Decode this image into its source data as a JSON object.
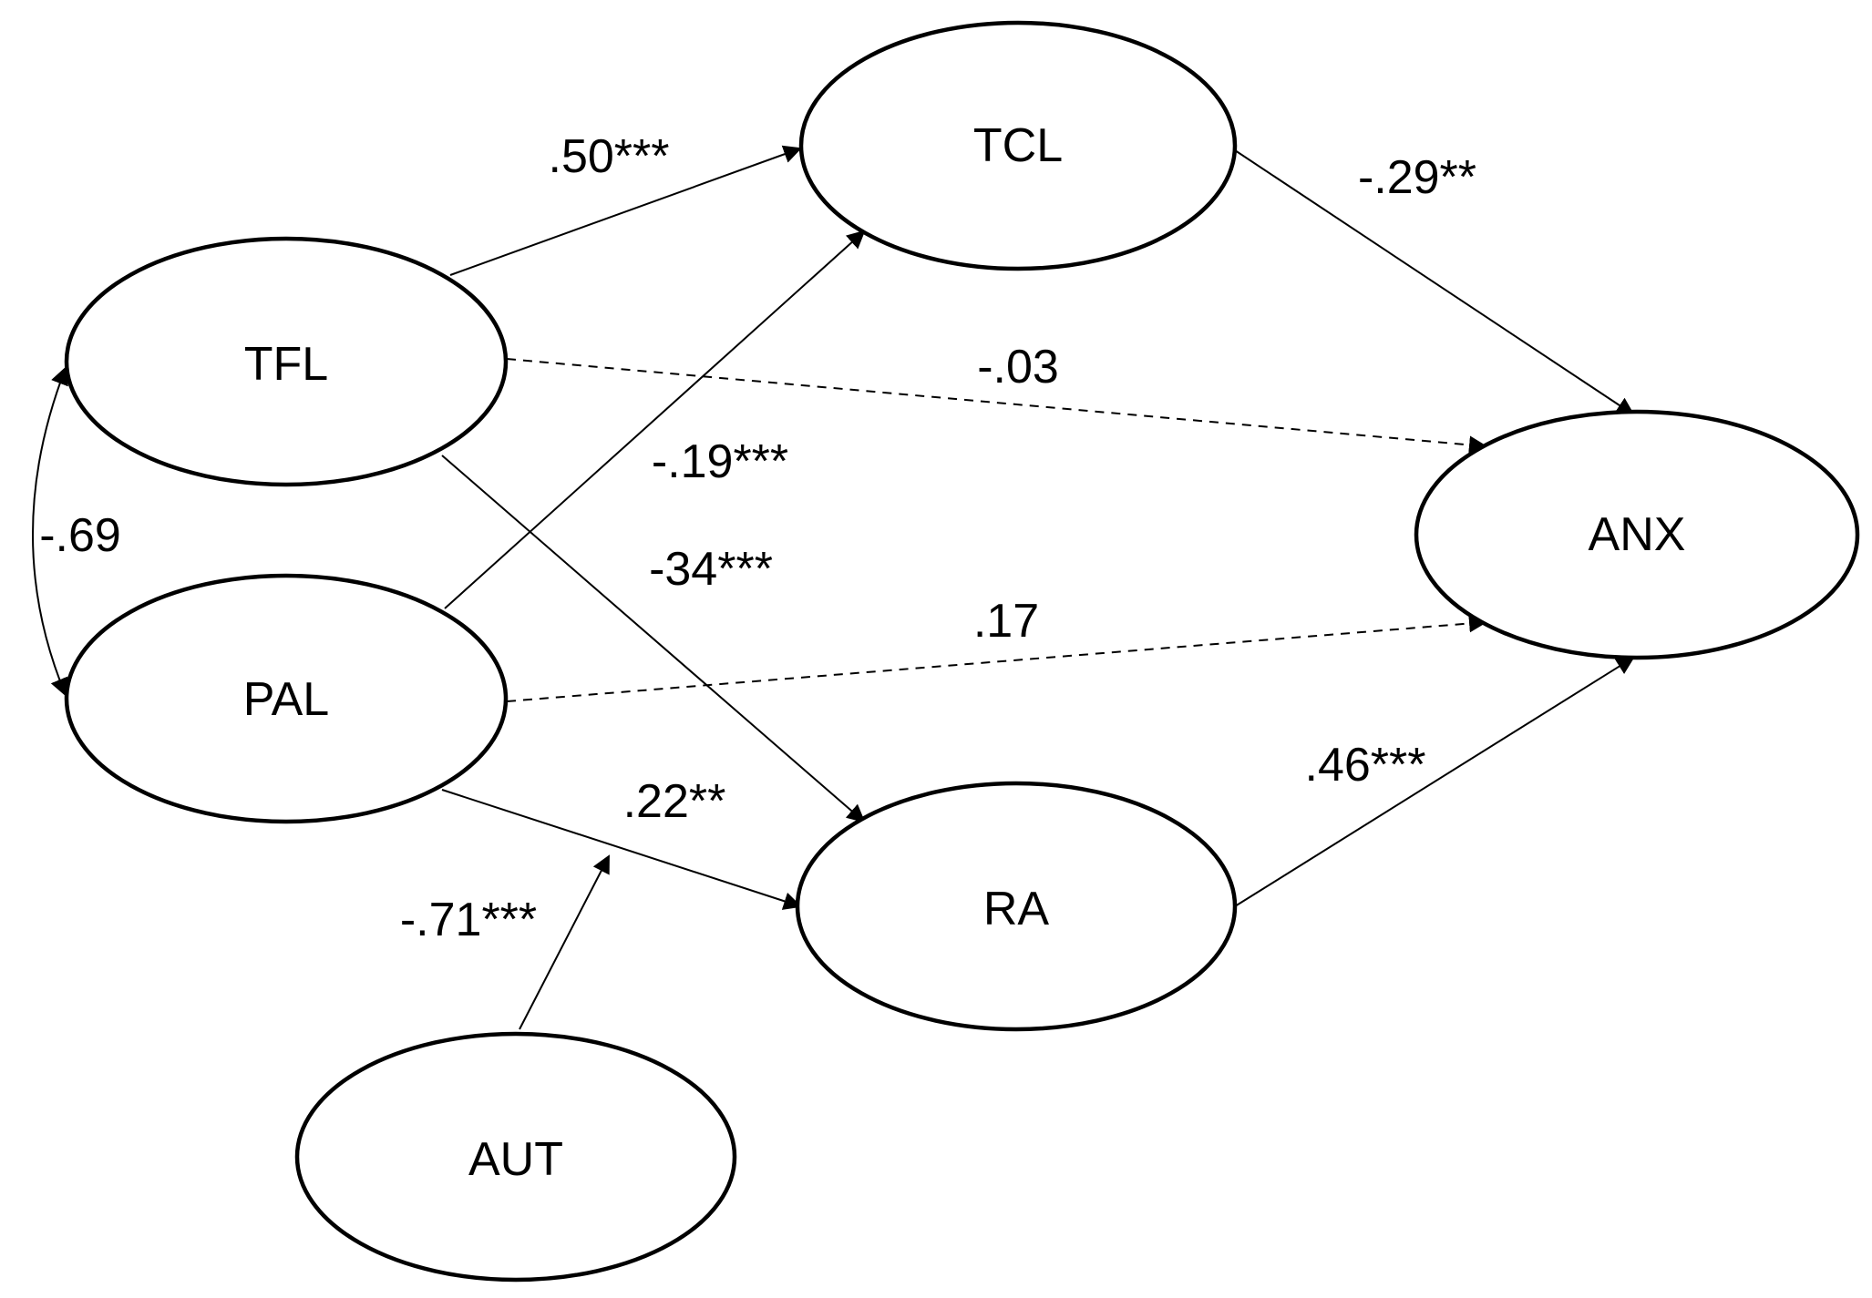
{
  "nodes": {
    "tcl": "TCL",
    "tfl": "TFL",
    "pal": "PAL",
    "anx": "ANX",
    "ra": "RA",
    "aut": "AUT"
  },
  "coefficients": {
    "tfl_tcl": ".50***",
    "tcl_anx": "-.29**",
    "tfl_anx": "-.03",
    "pal_tcl": "-.19***",
    "tfl_ra": "-34***",
    "tfl_pal": "-.69",
    "pal_anx": ".17",
    "ra_anx": ".46***",
    "pal_ra": ".22**",
    "aut_moderation": "-.71***"
  },
  "edge_styles": {
    "tfl_anx": "dashed",
    "pal_anx": "dashed"
  }
}
